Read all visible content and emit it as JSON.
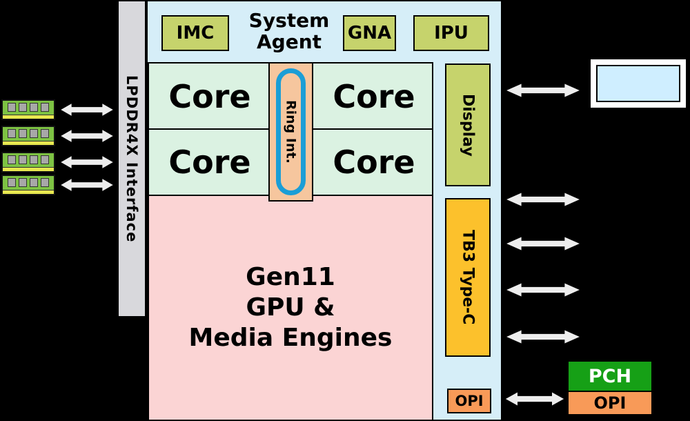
{
  "labels": {
    "lpddr4x": "LPDDR4X Interface",
    "system_agent": "System\nAgent",
    "imc": "IMC",
    "gna": "GNA",
    "ipu": "IPU",
    "ring": "Ring Int.",
    "display": "Display",
    "tb3": "TB3 Type-C",
    "opi_soc": "OPI",
    "gpu": "Gen11\nGPU &\nMedia Engines",
    "pch": "PCH",
    "opi_pch": "OPI"
  },
  "cores": [
    "Core",
    "Core",
    "Core",
    "Core"
  ],
  "icons": {
    "ram_module": "green DIMM stick with gray chips",
    "double_arrow": "horizontal double-headed gray arrow with black outline",
    "monitor": "display panel with white bezel and light blue screen",
    "ring": "blue stadium ring outline"
  },
  "colors": {
    "background": "#000000",
    "soc_bg": "#d6eef8",
    "core_bg": "#dbf2e2",
    "khaki_block": "#c6d36c",
    "gold_block": "#fcc12c",
    "orange_block": "#f89a58",
    "pink_block": "#fbd4d4",
    "peach_ring_bg": "#f6c69e",
    "ring_blue": "#1b9ed6",
    "pch_green": "#16a016",
    "memory_bar": "#d8d8dc",
    "arrow_fill": "#ededed",
    "ram_green": "#7dc243",
    "monitor_screen": "#cfeeff"
  }
}
